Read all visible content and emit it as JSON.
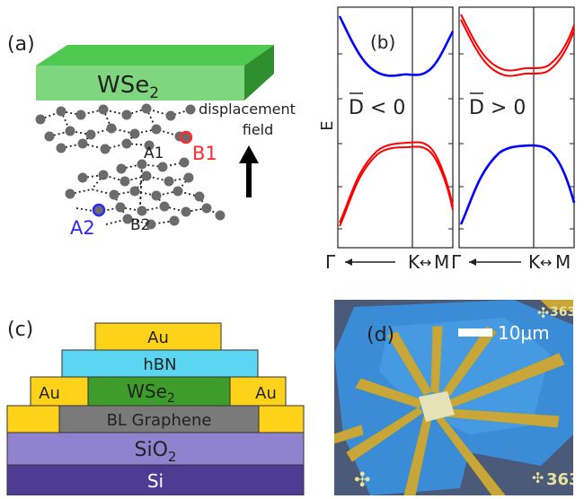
{
  "panel_a": {
    "label": "(a)",
    "wse2_label": "WSe",
    "wse2_sub": "2",
    "displacement_line1": "displacement",
    "displacement_line2": "field",
    "site_a1": "A1",
    "site_b1": "B1",
    "site_a2": "A2",
    "site_b2": "B2",
    "colors": {
      "wse2_top": "#4fc94f",
      "wse2_front": "#7ed67e",
      "wse2_side": "#2f8f2f",
      "atom": "#6b6b6b",
      "b1": "#ff2a2a",
      "a2": "#2a2aff"
    }
  },
  "panel_b": {
    "label": "(b)",
    "y_axis_label": "E",
    "left_condition": "D < 0",
    "right_condition": "D > 0",
    "x_left_label": "Γ",
    "x_k_label": "K",
    "x_m_label": "M",
    "x_right_gamma": "Γ",
    "x_right_k": "K",
    "x_right_m": "M",
    "colors": {
      "blue": "#0000ff",
      "red": "#ff0000"
    }
  },
  "panel_c": {
    "label": "(c)",
    "layers": [
      {
        "name": "Au",
        "color": "#ffd21a"
      },
      {
        "name": "hBN",
        "color": "#5ad6f2"
      },
      {
        "name": "Au",
        "color": "#ffd21a"
      },
      {
        "name": "WSe",
        "sub": "2",
        "color": "#3e9c2a"
      },
      {
        "name": "Au",
        "color": "#ffd21a"
      },
      {
        "name": "BL Graphene",
        "color": "#7a7a7a"
      },
      {
        "name": "SiO",
        "sub": "2",
        "color": "#8f82cf"
      },
      {
        "name": "Si",
        "color": "#4e3b92"
      }
    ]
  },
  "panel_d": {
    "label": "(d)",
    "scale_label": "10μm",
    "corner_text": "363",
    "corner_text_top": "363"
  }
}
